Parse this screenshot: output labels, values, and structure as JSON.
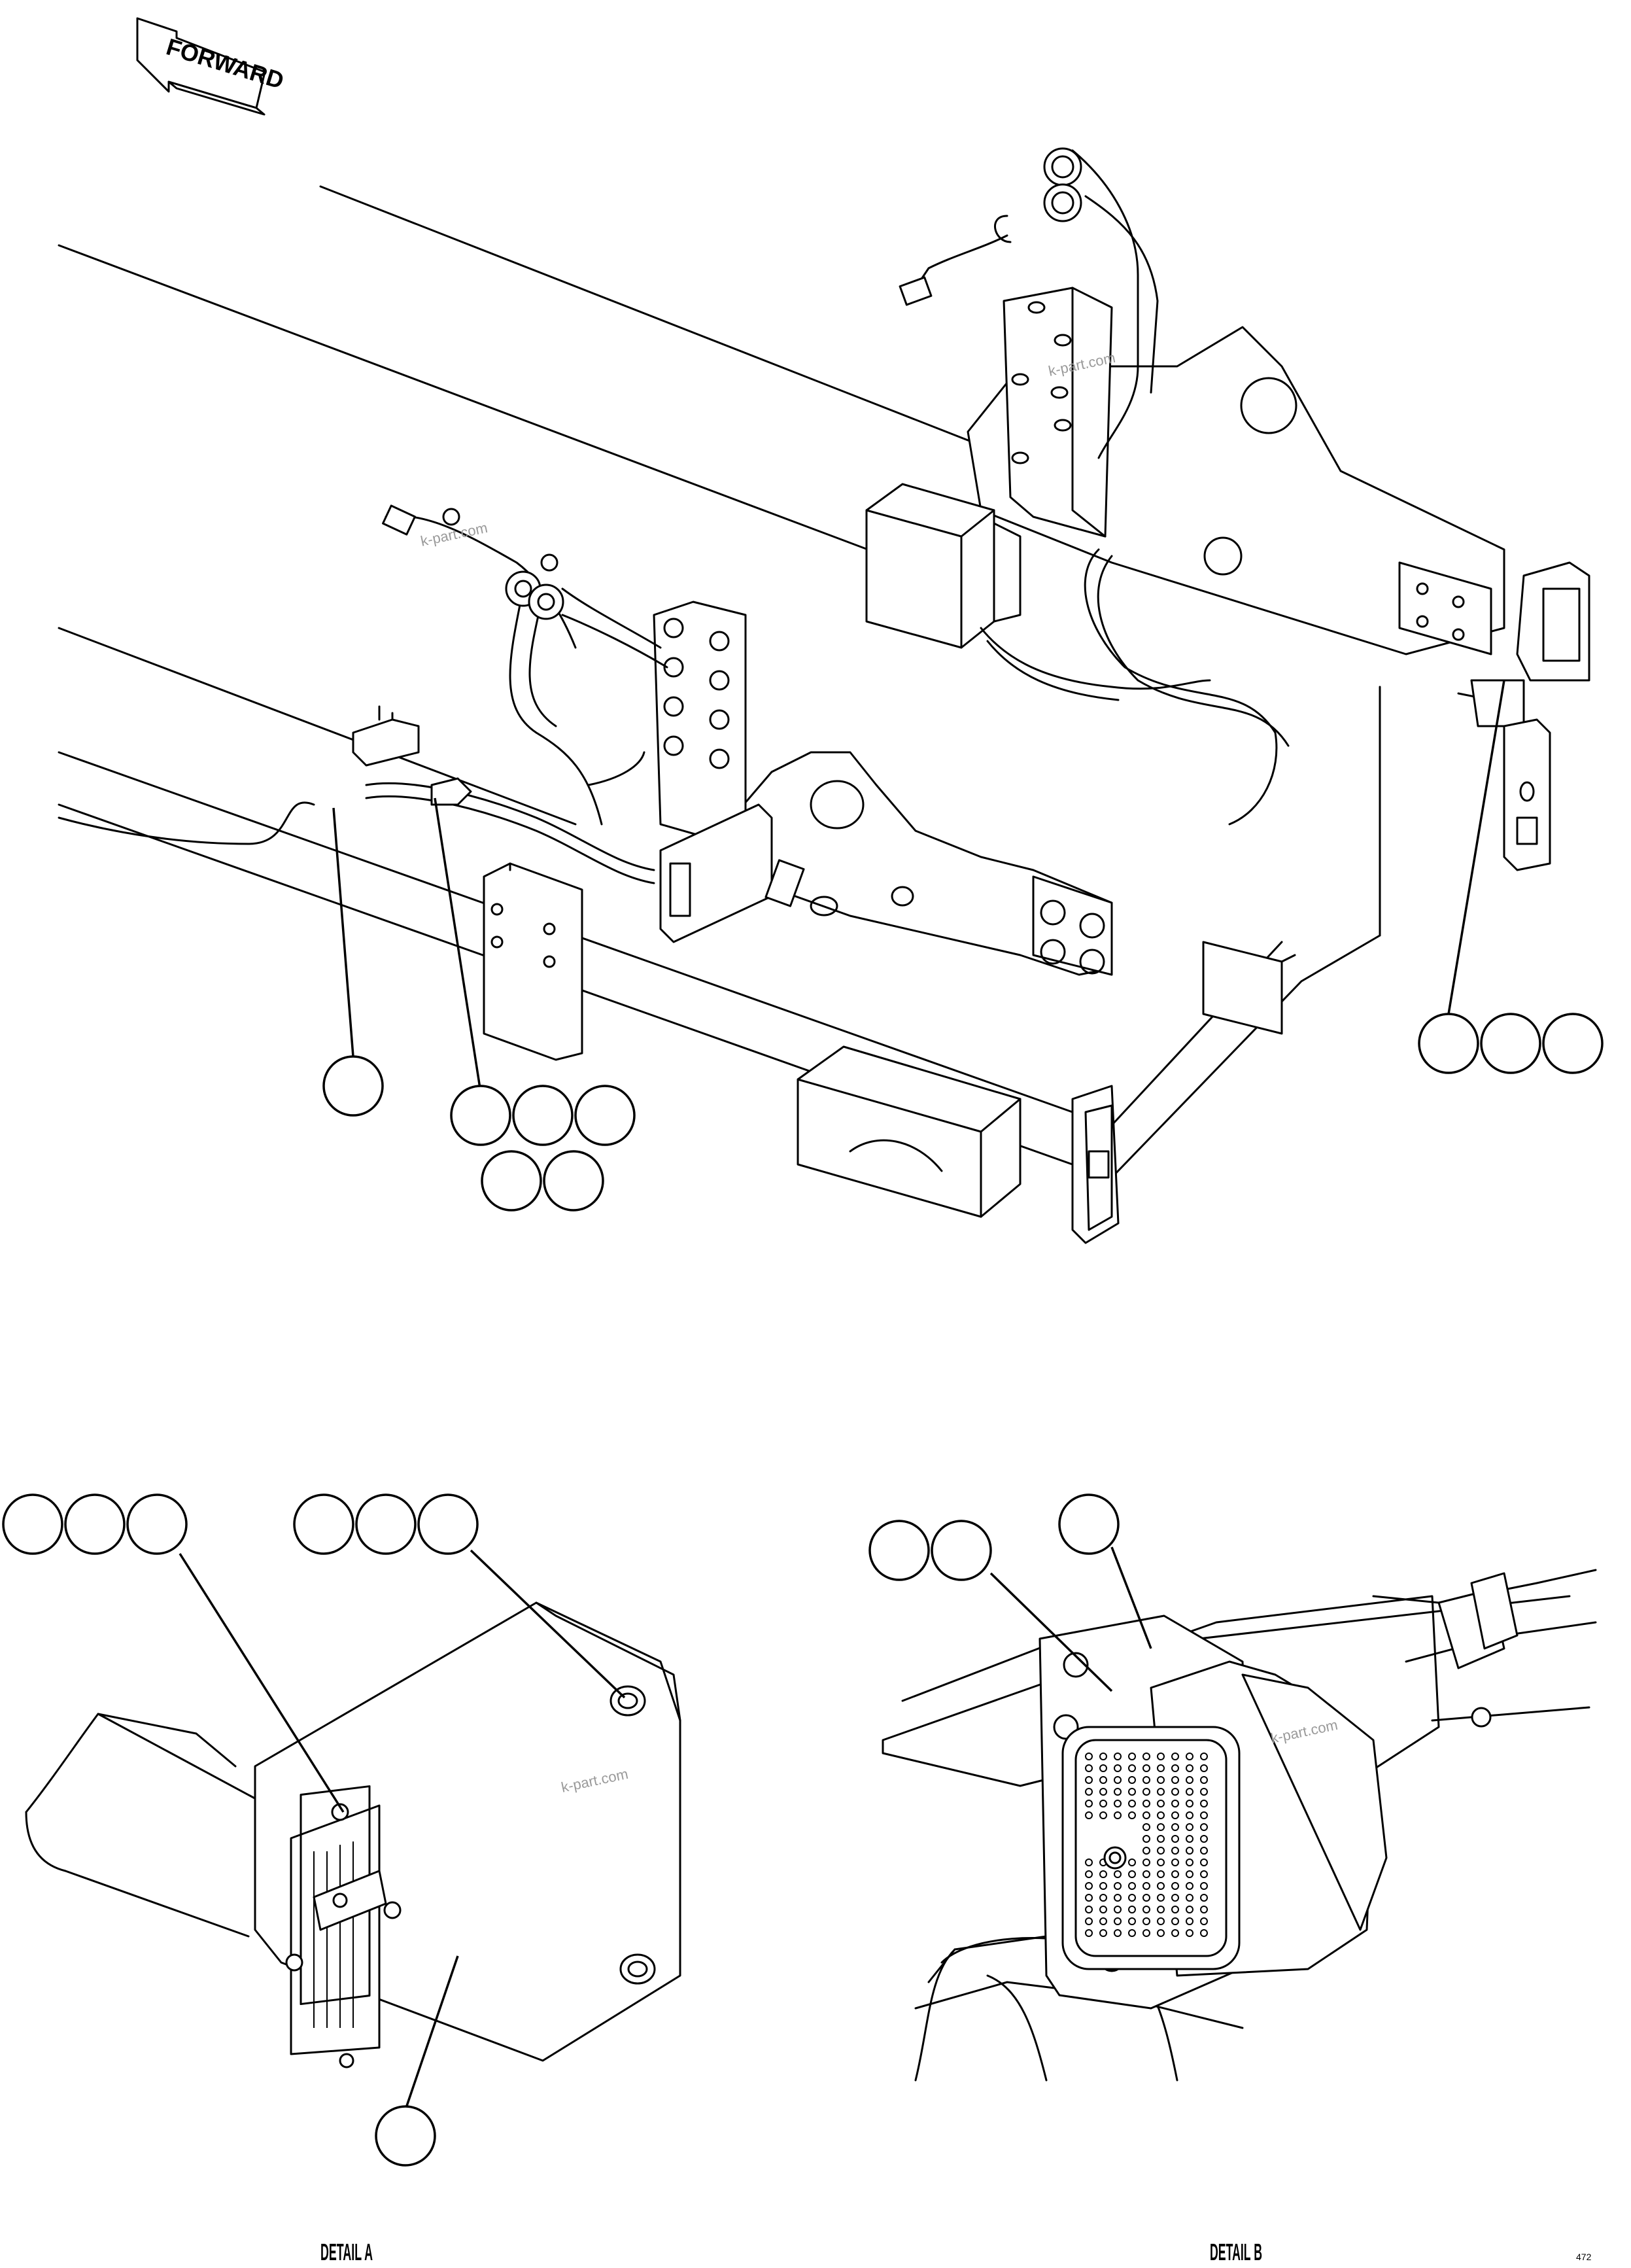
{
  "direction_arrow": {
    "label": "FORWARD"
  },
  "watermark": "k-part.com",
  "detail_a": {
    "caption": "DETAIL A"
  },
  "detail_b": {
    "caption": "DETAIL B"
  },
  "drawing_number": "472"
}
